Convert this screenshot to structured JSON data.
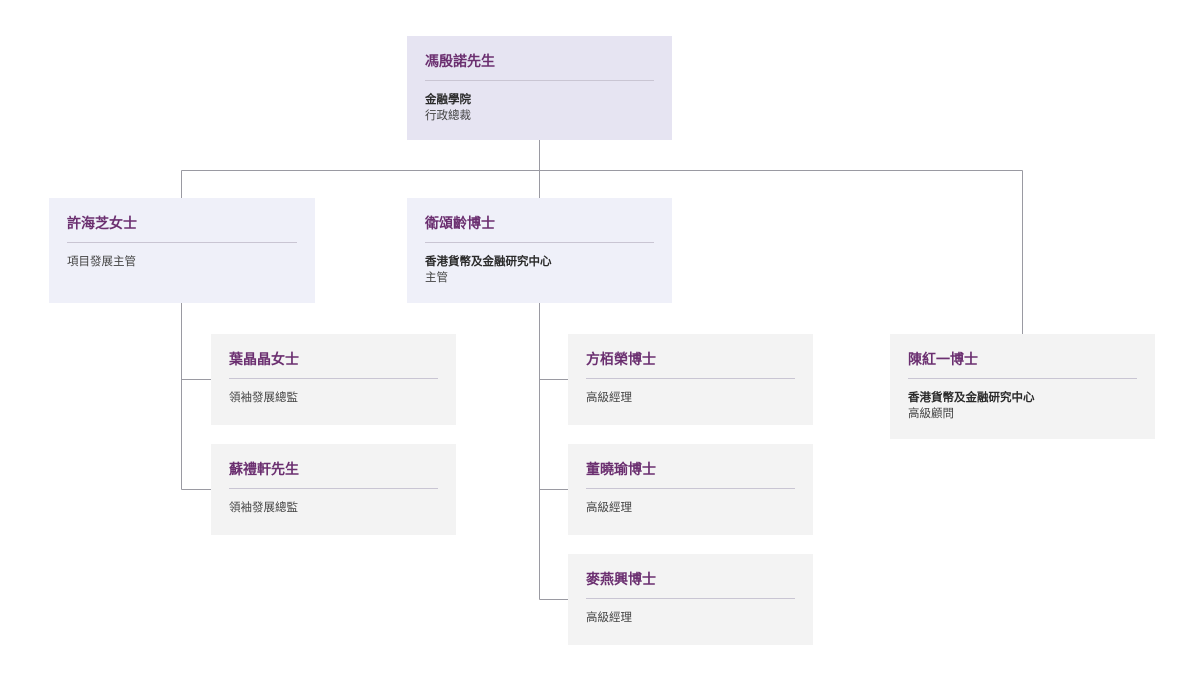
{
  "nodes": {
    "ceo": {
      "name": "馮殷諾先生",
      "org": "金融學院",
      "role": "行政總裁"
    },
    "hui": {
      "name": "許海芝女士",
      "org": "",
      "role": "項目發展主管"
    },
    "wai": {
      "name": "衛頌齡博士",
      "org": "香港貨幣及金融研究中心",
      "role": "主管"
    },
    "ip": {
      "name": "葉晶晶女士",
      "org": "",
      "role": "領袖發展總監"
    },
    "so": {
      "name": "蘇禮軒先生",
      "org": "",
      "role": "領袖發展總監"
    },
    "fong": {
      "name": "方栢榮博士",
      "org": "",
      "role": "高級經理"
    },
    "tung": {
      "name": "董曉瑜博士",
      "org": "",
      "role": "高級經理"
    },
    "mak": {
      "name": "麥燕興博士",
      "org": "",
      "role": "高級經理"
    },
    "chan": {
      "name": "陳紅一博士",
      "org": "香港貨幣及金融研究中心",
      "role": "高級顧問"
    }
  },
  "colors": {
    "name_text": "#6b2f70",
    "top_card_bg": "#e6e4f2",
    "mid_card_bg": "#eff0f9",
    "low_card_bg": "#f3f3f3",
    "connector": "#9a9aa2"
  }
}
